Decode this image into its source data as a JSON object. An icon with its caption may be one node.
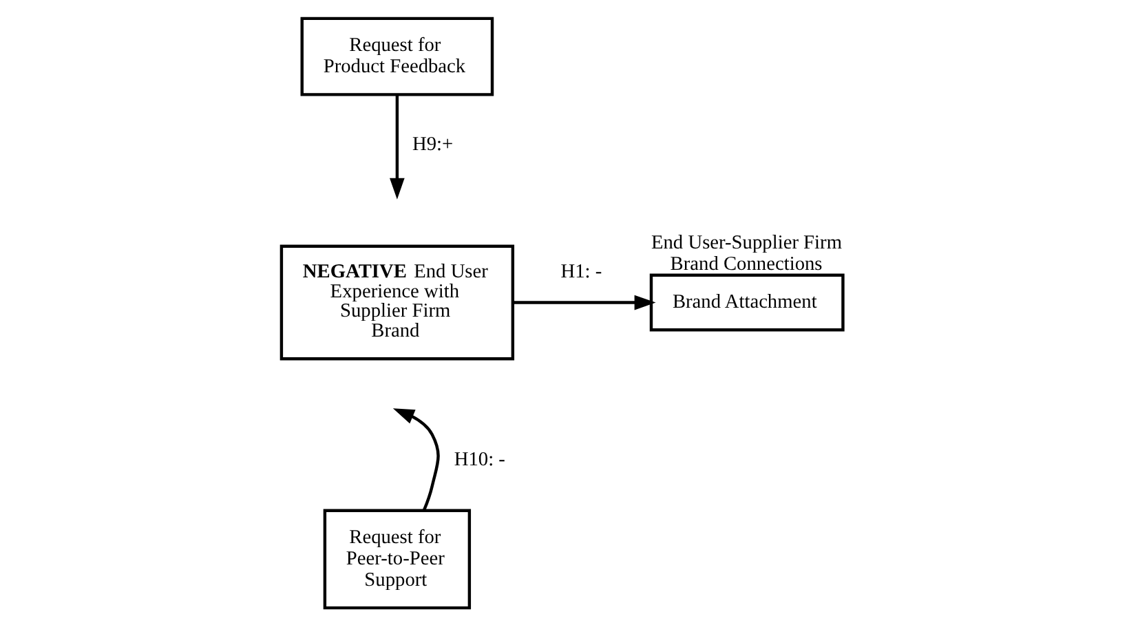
{
  "diagram": {
    "nodes": [
      {
        "text": [
          "Request for Product Feedback"
        ]
      },
      {
        "text": [
          "**NEGATIVE** End User Experience with Supplier Firm Brand"
        ]
      },
      {
        "text": [
          "Brand Attachment"
        ],
        "beside": [
          "End User-Supplier Firm Brand Connections"
        ]
      },
      {
        "text": [
          "Request for Peer-to-Peer Support"
        ]
      }
    ],
    "edges": [
      {
        "from": 1,
        "to": 2,
        "arrow": "to",
        "label": "H1: -"
      },
      {
        "from": 0,
        "to": null,
        "arrow": "to",
        "label": "H9:+"
      },
      {
        "from": 3,
        "to": null,
        "arrow": "to",
        "label": "H10: -"
      }
    ]
  }
}
